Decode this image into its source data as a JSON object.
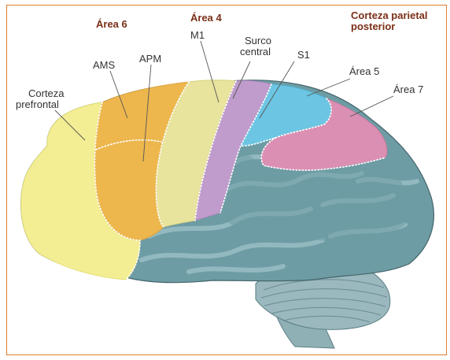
{
  "headers": {
    "area6": "Área 6",
    "area4": "Área 4",
    "parietal_line1": "Corteza parietal",
    "parietal_line2": "posterior"
  },
  "labels": {
    "m1": "M1",
    "surco_line1": "Surco",
    "surco_line2": "central",
    "ams": "AMS",
    "apm": "APM",
    "s1": "S1",
    "area5": "Área 5",
    "area7": "Área 7",
    "prefrontal_line1": "Corteza",
    "prefrontal_line2": "prefrontal"
  },
  "colors": {
    "frame": "#e07b2a",
    "header_text": "#7a2e16",
    "prefrontal": "#f3ee93",
    "area6": "#edb74e",
    "m1": "#e8e49e",
    "s1_purple": "#bf9ccc",
    "area5_cyan": "#6cc6e3",
    "area7_pink": "#db8fb3",
    "cortex": "#6e9ca4",
    "cerebellum": "#9ab8be"
  }
}
